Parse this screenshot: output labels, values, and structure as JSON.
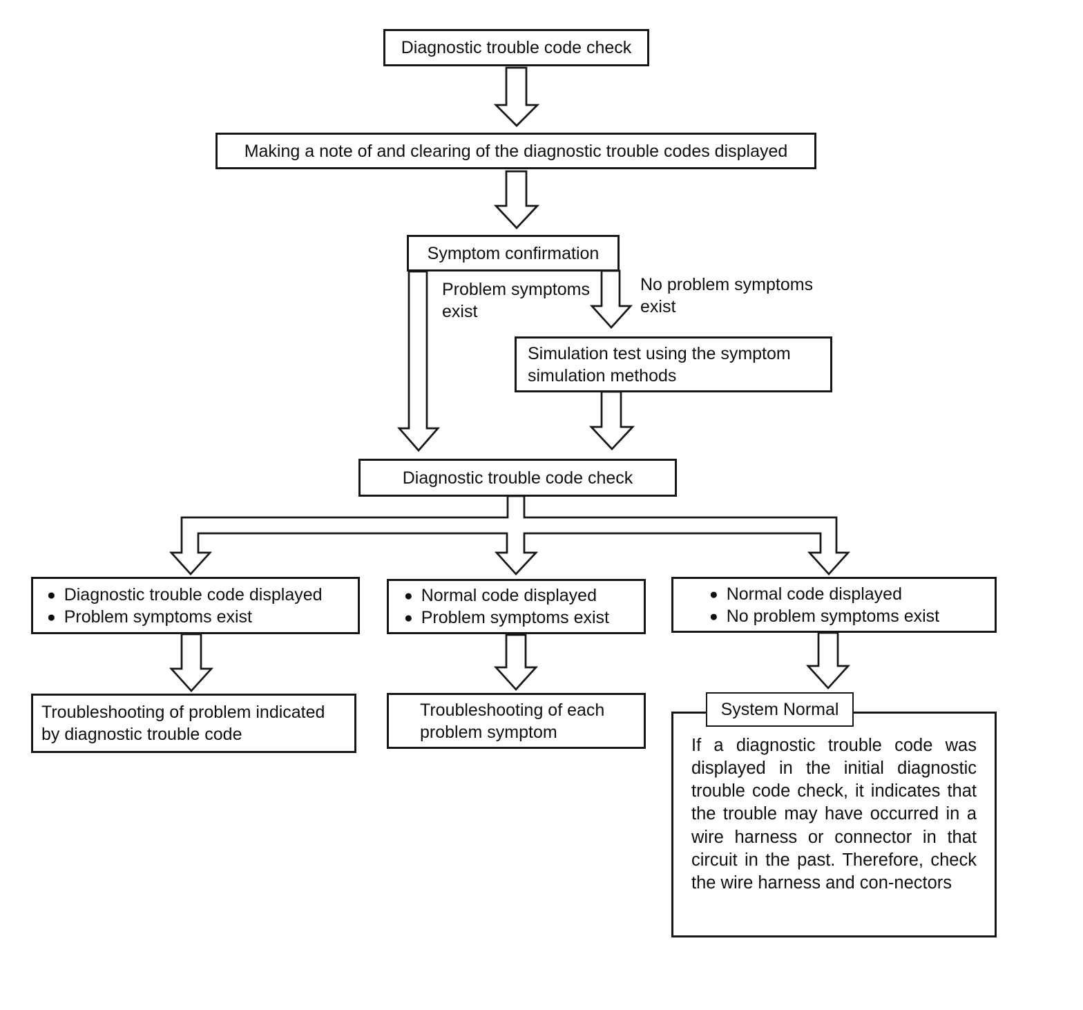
{
  "boxes": {
    "dtc_check_1": "Diagnostic trouble code check",
    "note_clear": "Making a note of and clearing of the diagnostic trouble codes displayed",
    "symptom_confirmation": "Symptom confirmation",
    "simulation_test": "Simulation test using the symptom simulation methods",
    "dtc_check_2": "Diagnostic trouble code check",
    "troubleshoot_code": "Troubleshooting of problem indicated by diagnostic trouble code",
    "troubleshoot_symptom": "Troubleshooting of each problem symptom",
    "system_normal_label": "System Normal",
    "system_normal_text": "If a diagnostic trouble code was displayed in the initial diagnostic trouble code check, it indicates that the trouble may have occurred in a wire harness or connector in that circuit in the past. Therefore, check the wire harness and con‑nectors"
  },
  "branch_labels": {
    "problem_symptoms": "Problem symptoms exist",
    "no_problem_symptoms": "No problem symptoms exist"
  },
  "outcomes": {
    "left": {
      "bullets": [
        "Diagnostic trouble code displayed",
        "Problem symptoms exist"
      ]
    },
    "mid": {
      "bullets": [
        "Normal code displayed",
        "Problem symptoms exist"
      ]
    },
    "right": {
      "bullets": [
        "Normal code displayed",
        "No problem symptoms exist"
      ]
    }
  },
  "glyphs": {
    "bullet": "●"
  },
  "colors": {
    "line": "#161616",
    "background": "#ffffff"
  }
}
